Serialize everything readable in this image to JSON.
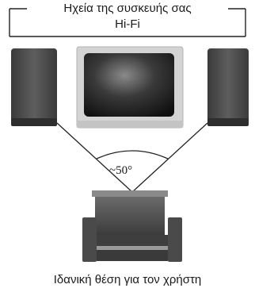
{
  "header": {
    "line1": "Ηχεία της συσκευής σας",
    "line2": "Hi-Fi"
  },
  "angle_label": "~50°",
  "caption": "Ιδανική θέση για τον χρήστη",
  "colors": {
    "speaker_dark": "#4a4a4a",
    "speaker_base": "#2e2e2e",
    "tv_frame": "#cfcfcf",
    "tv_screen_dark": "#1e1e1e",
    "chair": "#555555",
    "line": "#222222"
  }
}
